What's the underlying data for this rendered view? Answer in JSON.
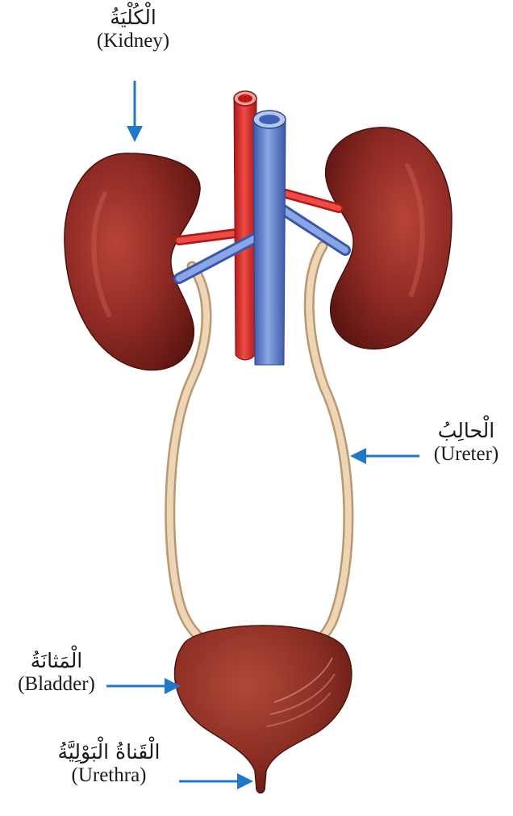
{
  "labels": {
    "kidney": {
      "arabic": "الْكُلْيَةُ",
      "english": "(Kidney)"
    },
    "ureter": {
      "arabic": "الْحالِبُ",
      "english": "(Ureter)"
    },
    "bladder": {
      "arabic": "الْمَثانَةُ",
      "english": "(Bladder)"
    },
    "urethra": {
      "arabic": "الْقَناةُ الْبَوْلِيَّةُ",
      "english": "(Urethra)"
    }
  },
  "colors": {
    "arrow": "#1f78c8",
    "kidney": "#8e2a24",
    "artery": "#d8322e",
    "vein": "#5074c4",
    "ureter": "#e3c7a1",
    "bladder": "#8a2d22"
  }
}
